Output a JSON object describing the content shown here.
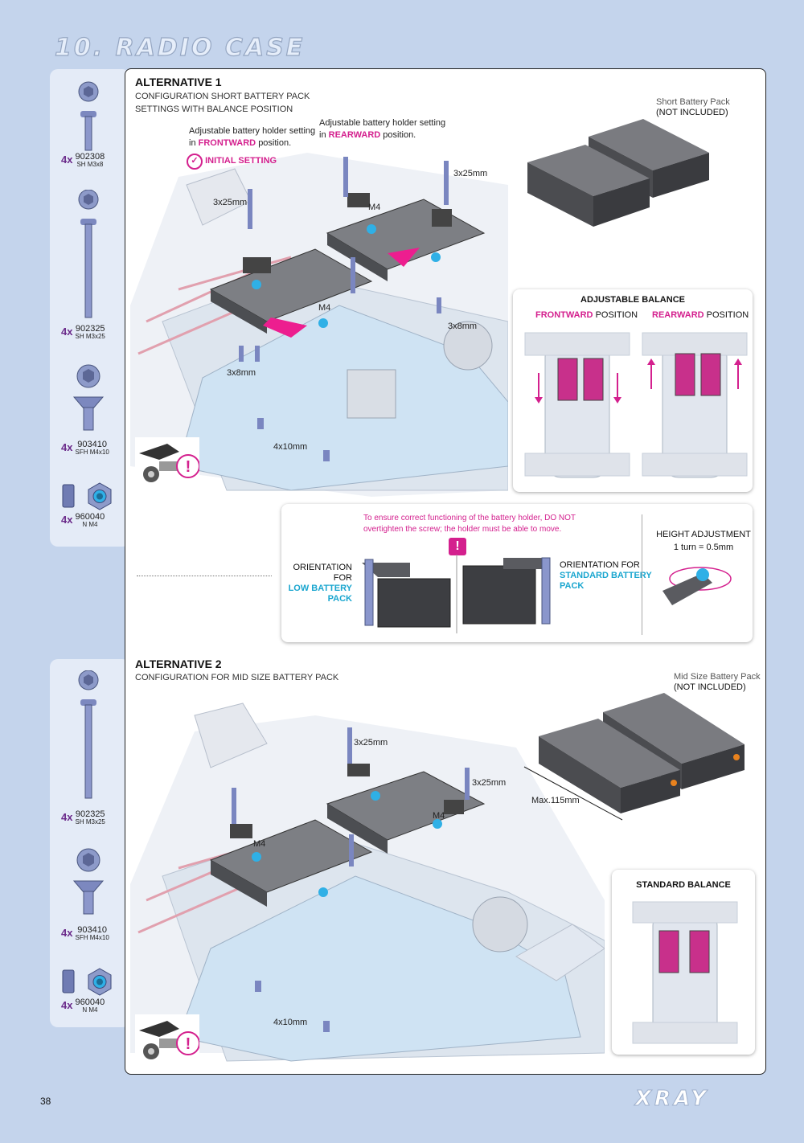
{
  "page": {
    "section_title": "10. RADIO CASE",
    "page_number": "38",
    "brand": "XRAY"
  },
  "parts_alt1": [
    {
      "qty": "4x",
      "code": "902308",
      "spec": "SH M3x8"
    },
    {
      "qty": "4x",
      "code": "902325",
      "spec": "SH M3x25"
    },
    {
      "qty": "4x",
      "code": "903410",
      "spec": "SFH M4x10"
    },
    {
      "qty": "4x",
      "code": "960040",
      "spec": "N M4"
    }
  ],
  "parts_alt2": [
    {
      "qty": "4x",
      "code": "902325",
      "spec": "SH M3x25"
    },
    {
      "qty": "4x",
      "code": "903410",
      "spec": "SFH M4x10"
    },
    {
      "qty": "4x",
      "code": "960040",
      "spec": "N M4"
    }
  ],
  "alt1": {
    "title": "ALTERNATIVE 1",
    "subtitle_1": "CONFIGURATION SHORT BATTERY PACK",
    "subtitle_2": "SETTINGS WITH BALANCE POSITION",
    "front_note_1": "Adjustable battery holder setting",
    "front_note_2_pre": "in",
    "front_note_2_key": "FRONTWARD",
    "front_note_2_post": "position.",
    "initial_setting": "INITIAL SETTING",
    "rear_note_1": "Adjustable battery holder setting",
    "rear_note_2_pre": "in",
    "rear_note_2_key": "REARWARD",
    "rear_note_2_post": "position.",
    "battery_label": "Short Battery Pack",
    "battery_note": "(NOT INCLUDED)",
    "dims": {
      "a": "3x25mm",
      "b": "3x25mm",
      "c": "3x8mm",
      "d": "3x8mm",
      "e": "4x10mm",
      "m1": "M4",
      "m2": "M4"
    },
    "balance": {
      "title": "ADJUSTABLE BALANCE",
      "front_key": "FRONTWARD",
      "front_rest": "POSITION",
      "rear_key": "REARWARD",
      "rear_rest": "POSITION"
    }
  },
  "orientation": {
    "warning_1": "To ensure correct functioning of the battery holder, DO NOT",
    "warning_2": "overtighten the screw; the holder must be able to move.",
    "left_1": "ORIENTATION FOR",
    "left_2": "LOW BATTERY",
    "left_3": "PACK",
    "right_1": "ORIENTATION FOR",
    "right_2": "STANDARD BATTERY",
    "right_3": "PACK",
    "height_title": "HEIGHT ADJUSTMENT",
    "height_value": "1 turn = 0.5mm"
  },
  "alt2": {
    "title": "ALTERNATIVE 2",
    "subtitle": "CONFIGURATION FOR MID SIZE BATTERY PACK",
    "battery_label": "Mid Size Battery Pack",
    "battery_note": "(NOT INCLUDED)",
    "max_len": "Max.115mm",
    "dims": {
      "a": "3x25mm",
      "b": "3x25mm",
      "e": "4x10mm",
      "m1": "M4",
      "m2": "M4"
    },
    "balance_title": "STANDARD BALANCE"
  },
  "colors": {
    "accent_magenta": "#d4208e",
    "accent_blue": "#1aa6cf",
    "page_bg": "#c4d4ec"
  }
}
